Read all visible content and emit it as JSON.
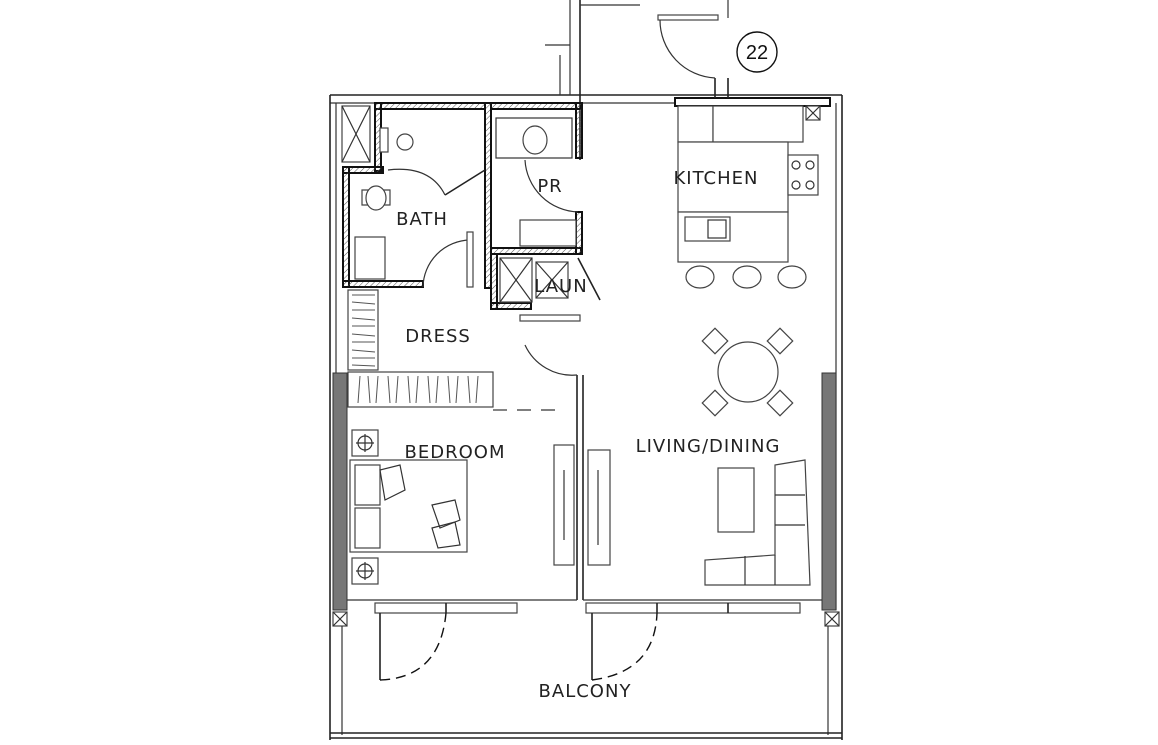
{
  "unit": {
    "number": "22"
  },
  "rooms": {
    "kitchen": "KITCHEN",
    "pr": "PR",
    "bath": "BATH",
    "laun": "LAUN",
    "dress": "DRESS",
    "bedroom": "BEDROOM",
    "living_dining": "LIVING/DINING",
    "balcony": "BALCONY"
  }
}
